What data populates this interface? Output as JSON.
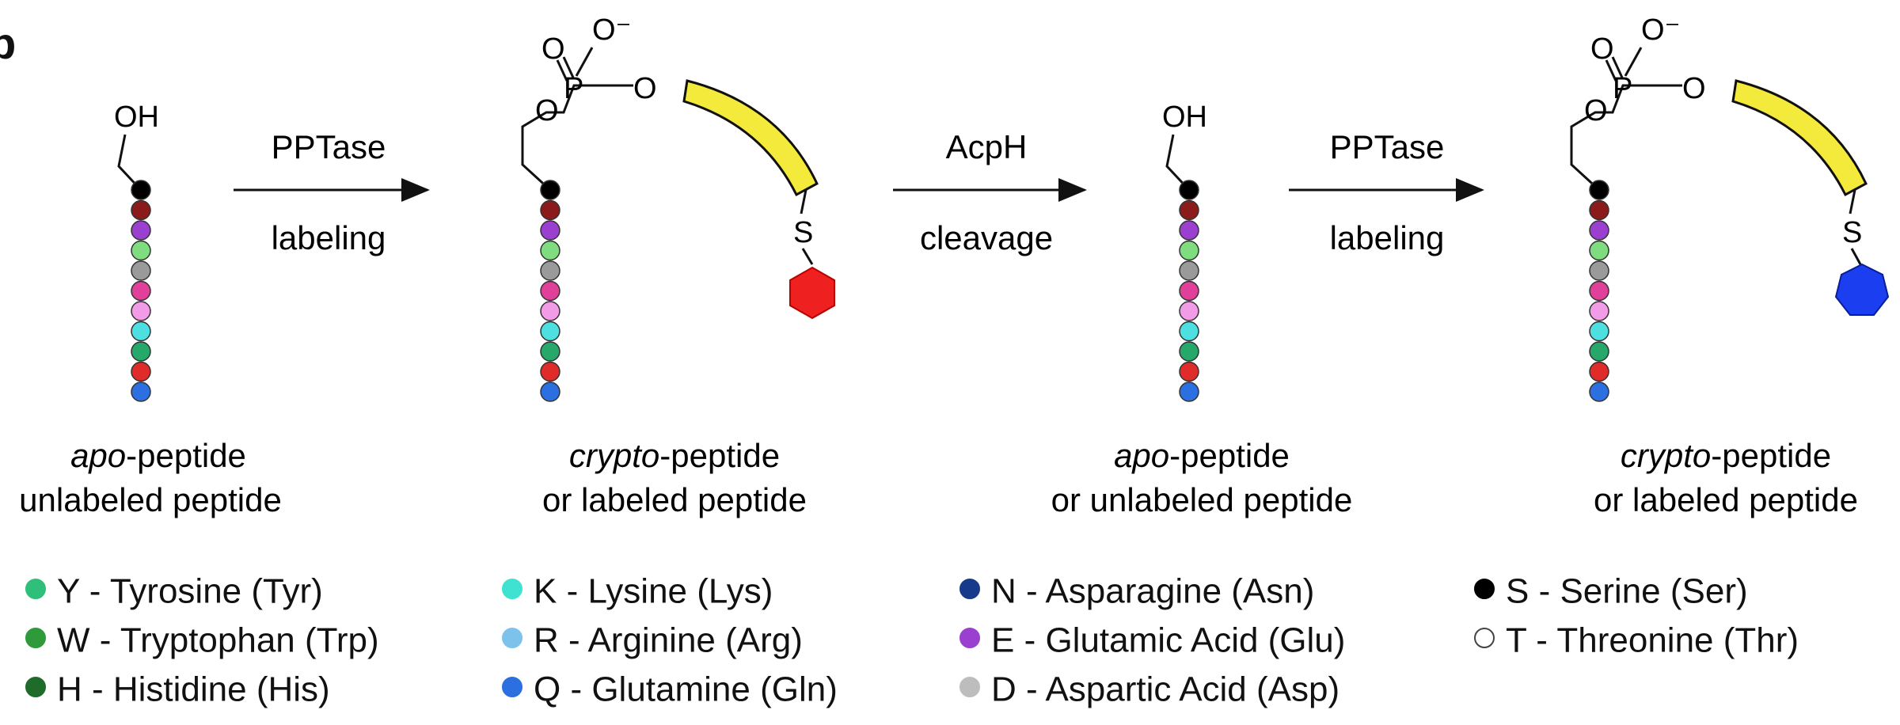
{
  "panel_label": "b",
  "stages": [
    {
      "prefix": "apo",
      "suffix": "-peptide",
      "line2": "unlabeled peptide"
    },
    {
      "prefix": "crypto",
      "suffix": "-peptide",
      "line2": "or labeled peptide"
    },
    {
      "prefix": "apo",
      "suffix": "-peptide",
      "line2": "or unlabeled peptide"
    },
    {
      "prefix": "crypto",
      "suffix": "-peptide",
      "line2": "or labeled peptide"
    }
  ],
  "arrows": [
    {
      "top": "PPTase",
      "bottom": "labeling"
    },
    {
      "top": "AcpH",
      "bottom": "cleavage"
    },
    {
      "top": "PPTase",
      "bottom": "labeling"
    }
  ],
  "chem": {
    "oh": "OH",
    "o": "O",
    "p": "P",
    "s": "S",
    "o_minus": "O⁻"
  },
  "peptide_colors": [
    "#000000",
    "#8b1a1a",
    "#9b3fd0",
    "#7fdc7f",
    "#9a9a9a",
    "#e0409a",
    "#f29be6",
    "#4ee0e0",
    "#25a86a",
    "#e02b2b",
    "#2b6fe0"
  ],
  "label_colors": {
    "arm": "#f4ea3c",
    "red_label": "#ee2020",
    "blue_label": "#1b3ef0"
  },
  "legend": [
    {
      "text": "Y - Tyrosine (Tyr)",
      "color": "#2fbf7a"
    },
    {
      "text": "W - Tryptophan (Trp)",
      "color": "#2e9a3a"
    },
    {
      "text": "H - Histidine (His)",
      "color": "#1f6b2a"
    },
    {
      "text": "K - Lysine (Lys)",
      "color": "#3fe2d0"
    },
    {
      "text": "R - Arginine (Arg)",
      "color": "#7cc2ea"
    },
    {
      "text": "Q - Glutamine (Gln)",
      "color": "#2b6fe0"
    },
    {
      "text": "N - Asparagine (Asn)",
      "color": "#173a8a"
    },
    {
      "text": "E - Glutamic Acid (Glu)",
      "color": "#9b3fd0"
    },
    {
      "text": "D - Aspartic Acid (Asp)",
      "color": "#bdbdbd"
    },
    {
      "text": "S - Serine (Ser)",
      "color": "#000000"
    },
    {
      "text": "T - Threonine (Thr)",
      "color": "#ffffff"
    }
  ]
}
